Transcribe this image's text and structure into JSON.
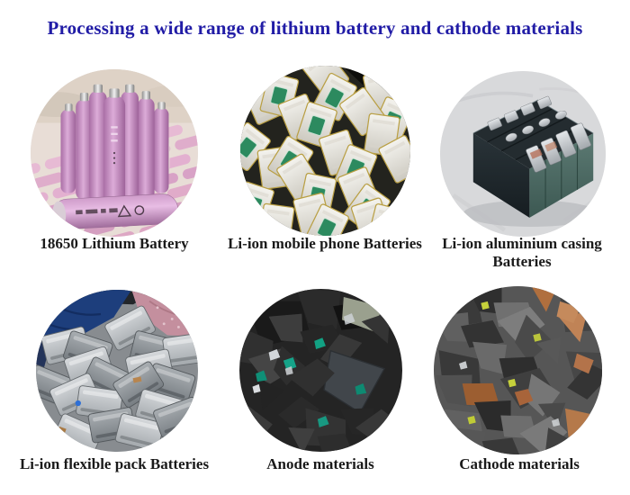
{
  "header": {
    "title": "Processing a wide range of lithium battery and cathode materials",
    "title_color": "#211ca6"
  },
  "cards": [
    {
      "caption": "18650 Lithium Battery",
      "image": "pink-18650-cylindrical-cells-photo"
    },
    {
      "caption": "Li-ion mobile phone Batteries",
      "image": "mobile-phone-batteries-pile-photo"
    },
    {
      "caption": "Li-ion aluminium casing Batteries",
      "image": "aluminium-casing-prismatic-battery-pack-photo"
    },
    {
      "caption": "Li-ion flexible pack Batteries",
      "image": "flexible-pouch-batteries-pile-photo"
    },
    {
      "caption": "Anode materials",
      "image": "shredded-anode-material-photo"
    },
    {
      "caption": "Cathode materials",
      "image": "shredded-cathode-material-photo"
    }
  ],
  "styles": {
    "caption_color": "#1a1a1a",
    "background": "#ffffff"
  }
}
